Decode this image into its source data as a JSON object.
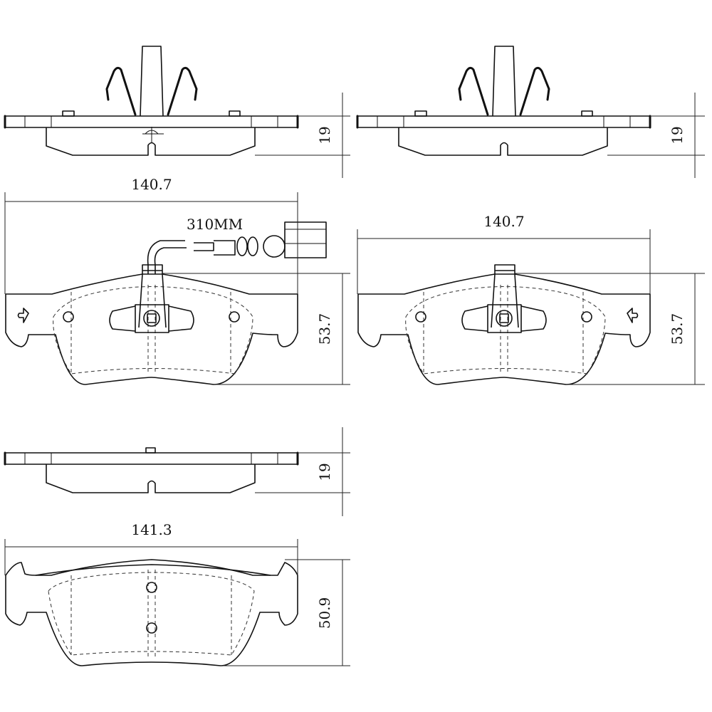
{
  "title": "Brake pad set technical drawing",
  "pads": [
    {
      "id": "pad-1",
      "thickness_label": "19",
      "width_label": "140.7",
      "height_label": "53.7",
      "wire_label": "310MM"
    },
    {
      "id": "pad-2",
      "thickness_label": "19",
      "width_label": "140.7",
      "height_label": "53.7"
    },
    {
      "id": "pad-3",
      "thickness_label": "19",
      "width_label": "141.3",
      "height_label": "50.9"
    }
  ],
  "colors": {
    "line": "#111111",
    "background": "#ffffff"
  }
}
